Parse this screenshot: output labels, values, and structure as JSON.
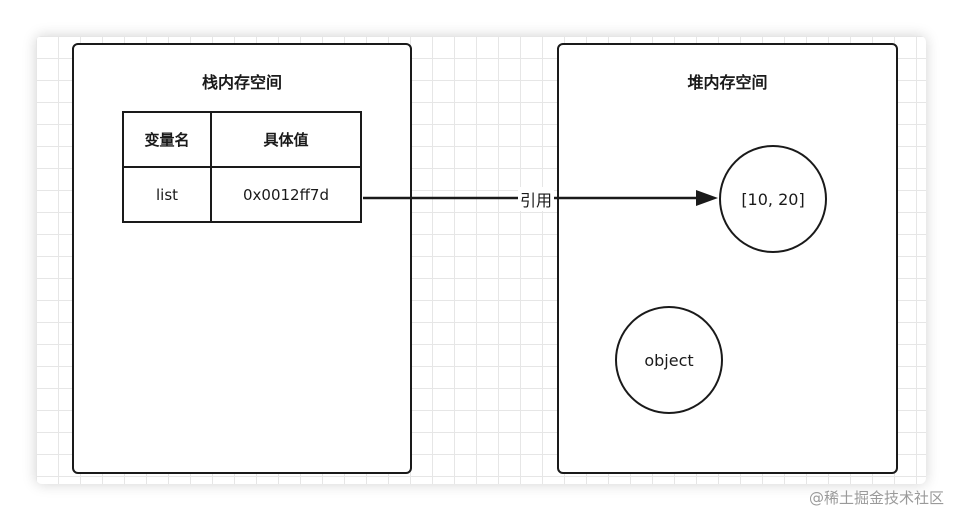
{
  "stack": {
    "title": "栈内存空间",
    "table": {
      "headers": [
        "变量名",
        "具体值"
      ],
      "rows": [
        [
          "list",
          "0x0012ff7d"
        ]
      ]
    }
  },
  "heap": {
    "title": "堆内存空间",
    "nodes": [
      "[10, 20]",
      "object"
    ]
  },
  "edge": {
    "label": "引用"
  },
  "watermark": "@稀土掘金技术社区"
}
